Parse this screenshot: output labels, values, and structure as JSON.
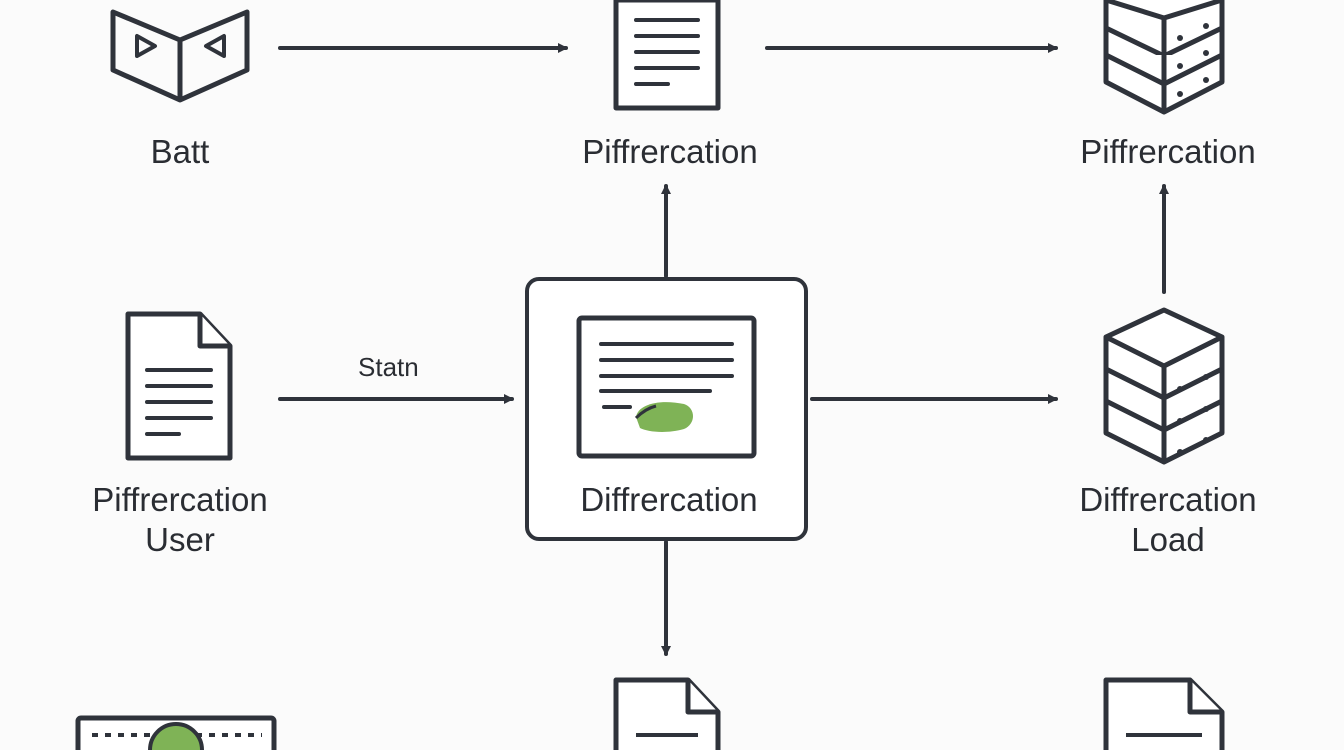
{
  "nodes": {
    "batt": {
      "label": "Batt",
      "icon": "open-book-icon"
    },
    "top_middle": {
      "label": "Piffrercation",
      "icon": "document-icon"
    },
    "top_right": {
      "label": "Piffrercation",
      "icon": "database-server-icon"
    },
    "middle_left": {
      "label_line1": "Piffrercation",
      "label_line2": "User",
      "icon": "document-icon"
    },
    "center": {
      "label": "Diffrercation",
      "icon": "monitor-document-icon"
    },
    "middle_right": {
      "label_line1": "Diffrercation",
      "label_line2": "Load",
      "icon": "database-server-icon"
    },
    "bottom_left": {
      "icon": "money-bill-icon"
    },
    "bottom_middle": {
      "icon": "document-icon"
    },
    "bottom_right": {
      "icon": "document-icon"
    }
  },
  "edges": {
    "left_to_center": {
      "label": "Statn"
    }
  },
  "colors": {
    "stroke": "#2f333b",
    "accent_green": "#7fb356",
    "background": "#fbfbfb"
  }
}
